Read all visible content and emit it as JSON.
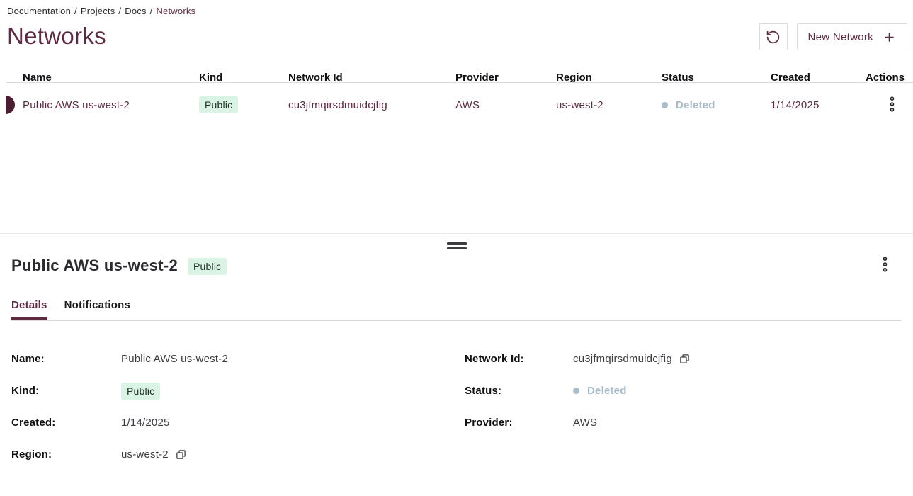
{
  "breadcrumb": {
    "separator": "/",
    "segments": [
      {
        "label": "Documentation"
      },
      {
        "label": "Projects"
      },
      {
        "label": "Docs"
      },
      {
        "label": "Networks"
      }
    ]
  },
  "page": {
    "title": "Networks"
  },
  "toolbar": {
    "refresh_icon": "rotate-ccw-icon",
    "new_network_label": "New Network",
    "plus_icon": "plus-icon"
  },
  "table": {
    "columns": [
      "Name",
      "Kind",
      "Network Id",
      "Provider",
      "Region",
      "Status",
      "Created",
      "Actions"
    ],
    "rows": [
      {
        "name": "Public AWS us-west-2",
        "kind": "Public",
        "network_id": "cu3jfmqirsdmuidcjfig",
        "provider": "AWS",
        "region": "us-west-2",
        "status": "Deleted",
        "created": "1/14/2025",
        "selected": true
      }
    ]
  },
  "drawer": {
    "title": "Public AWS us-west-2",
    "kind_badge": "Public",
    "tabs": [
      {
        "label": "Details",
        "active": true
      },
      {
        "label": "Notifications",
        "active": false
      }
    ],
    "fields_left": [
      {
        "label": "Name:",
        "value": "Public AWS us-west-2"
      },
      {
        "label": "Kind:",
        "value": "Public"
      },
      {
        "label": "Created:",
        "value": "1/14/2025"
      },
      {
        "label": "Region:",
        "value": "us-west-2"
      }
    ],
    "fields_right": [
      {
        "label": "Network Id:",
        "value": "cu3jfmqirsdmuidcjfig"
      },
      {
        "label": "Status:",
        "value": "Deleted"
      },
      {
        "label": "Provider:",
        "value": "AWS"
      }
    ]
  },
  "colors": {
    "accent": "#5d2b41",
    "row_marker": "#4a1d31",
    "badge_bg": "#d9f3e5",
    "badge_text": "#22302a",
    "status_muted": "#a9bcca",
    "border": "#d8dbe0"
  }
}
